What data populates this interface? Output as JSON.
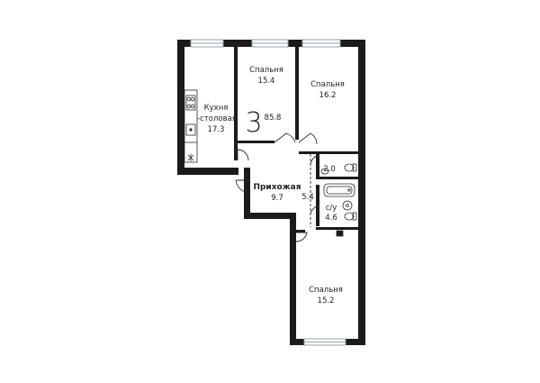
{
  "plan": {
    "room_count": "3",
    "total_area": "85.8",
    "rooms": {
      "kitchen": {
        "name_line1": "Кухня",
        "name_line2": "-столовая",
        "area": "17.3"
      },
      "bedroom_top": {
        "name": "Спальня",
        "area": "15.4"
      },
      "bedroom_right": {
        "name": "Спальня",
        "area": "16.2"
      },
      "bedroom_bottom": {
        "name": "Спальня",
        "area": "15.2"
      },
      "hallway": {
        "name": "Прихожая",
        "area": "9.7"
      },
      "corridor": {
        "area": "5.4"
      },
      "wc": {
        "area": "2.0"
      },
      "bathroom": {
        "name": "с/у",
        "area": "4.6"
      }
    },
    "colors": {
      "wall": "#1b1b1b",
      "window": "#9aa0a6",
      "stroke": "#2a2a2a"
    }
  }
}
